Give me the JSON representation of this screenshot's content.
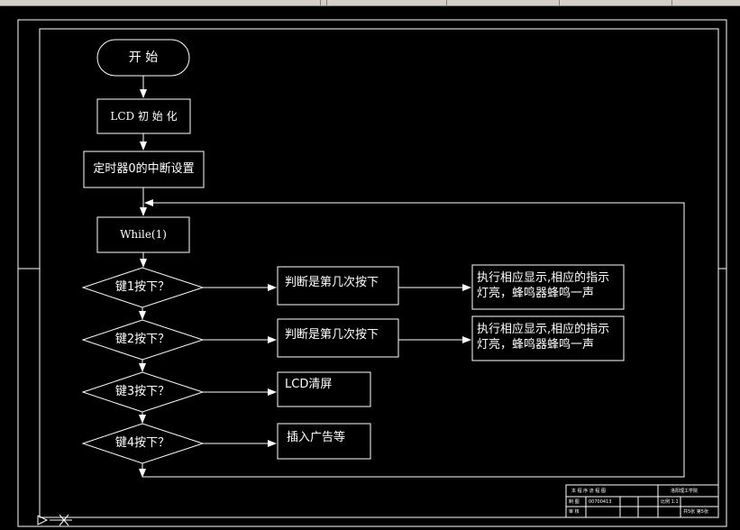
{
  "toolbar": {
    "visible": true
  },
  "flowchart": {
    "start": "开  始",
    "lcd_init": "LCD  初  始  化",
    "timer_setup": "定时器0的中断设置",
    "while_loop": "While(1)",
    "decisions": [
      {
        "label": "键1按下？",
        "action1": "判断是第几次按下",
        "action2_line1": "执行相应显示,相应的指示",
        "action2_line2": "灯亮，蜂鸣器蜂鸣一声"
      },
      {
        "label": "键2按下？",
        "action1": "判断是第几次按下",
        "action2_line1": "执行相应显示,相应的指示",
        "action2_line2": "灯亮，蜂鸣器蜂鸣一声"
      },
      {
        "label": "键3按下？",
        "action1": "LCD清屏"
      },
      {
        "label": "键4按下？",
        "action1": "插入广告等"
      }
    ]
  },
  "title_block": {
    "school": "本  程  序  流  程  图",
    "company": "洛阳理工学院",
    "row1": "制  图",
    "row1_val": "00700413",
    "row2": "审  核",
    "scale": "比例 1:1",
    "sheet": "共5张 第5张"
  },
  "colors": {
    "background": "#000000",
    "lines": "#ffffff"
  }
}
